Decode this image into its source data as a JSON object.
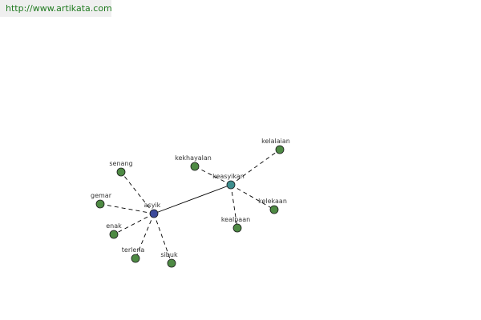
{
  "source_link": "http://www.artikata.com",
  "colors": {
    "hub_node": "#3c4a9a",
    "secondary_hub_node": "#3f8f8f",
    "leaf_node": "#4e8a44",
    "edge": "#000000",
    "link_text": "#1f7a1f"
  },
  "graph": {
    "nodes": [
      {
        "id": "asyik",
        "label": "asyik",
        "kind": "hub"
      },
      {
        "id": "keasyikan",
        "label": "keasyikan",
        "kind": "secondary-hub"
      },
      {
        "id": "senang",
        "label": "senang",
        "kind": "leaf"
      },
      {
        "id": "gemar",
        "label": "gemar",
        "kind": "leaf"
      },
      {
        "id": "enak",
        "label": "enak",
        "kind": "leaf"
      },
      {
        "id": "terlena",
        "label": "terlena",
        "kind": "leaf"
      },
      {
        "id": "sibuk",
        "label": "sibuk",
        "kind": "leaf"
      },
      {
        "id": "kekhayalan",
        "label": "kekhayalan",
        "kind": "leaf"
      },
      {
        "id": "kelalaian",
        "label": "kelalaian",
        "kind": "leaf"
      },
      {
        "id": "kelekaan",
        "label": "kelekaan",
        "kind": "leaf"
      },
      {
        "id": "kealpaan",
        "label": "kealpaan",
        "kind": "leaf"
      }
    ],
    "edges": [
      {
        "from": "asyik",
        "to": "keasyikan",
        "style": "solid"
      },
      {
        "from": "asyik",
        "to": "senang",
        "style": "dashed"
      },
      {
        "from": "asyik",
        "to": "gemar",
        "style": "dashed"
      },
      {
        "from": "asyik",
        "to": "enak",
        "style": "dashed"
      },
      {
        "from": "asyik",
        "to": "terlena",
        "style": "dashed"
      },
      {
        "from": "asyik",
        "to": "sibuk",
        "style": "dashed"
      },
      {
        "from": "keasyikan",
        "to": "kekhayalan",
        "style": "dashed"
      },
      {
        "from": "keasyikan",
        "to": "kelalaian",
        "style": "dashed"
      },
      {
        "from": "keasyikan",
        "to": "kelekaan",
        "style": "dashed"
      },
      {
        "from": "keasyikan",
        "to": "kealpaan",
        "style": "dashed"
      }
    ]
  }
}
